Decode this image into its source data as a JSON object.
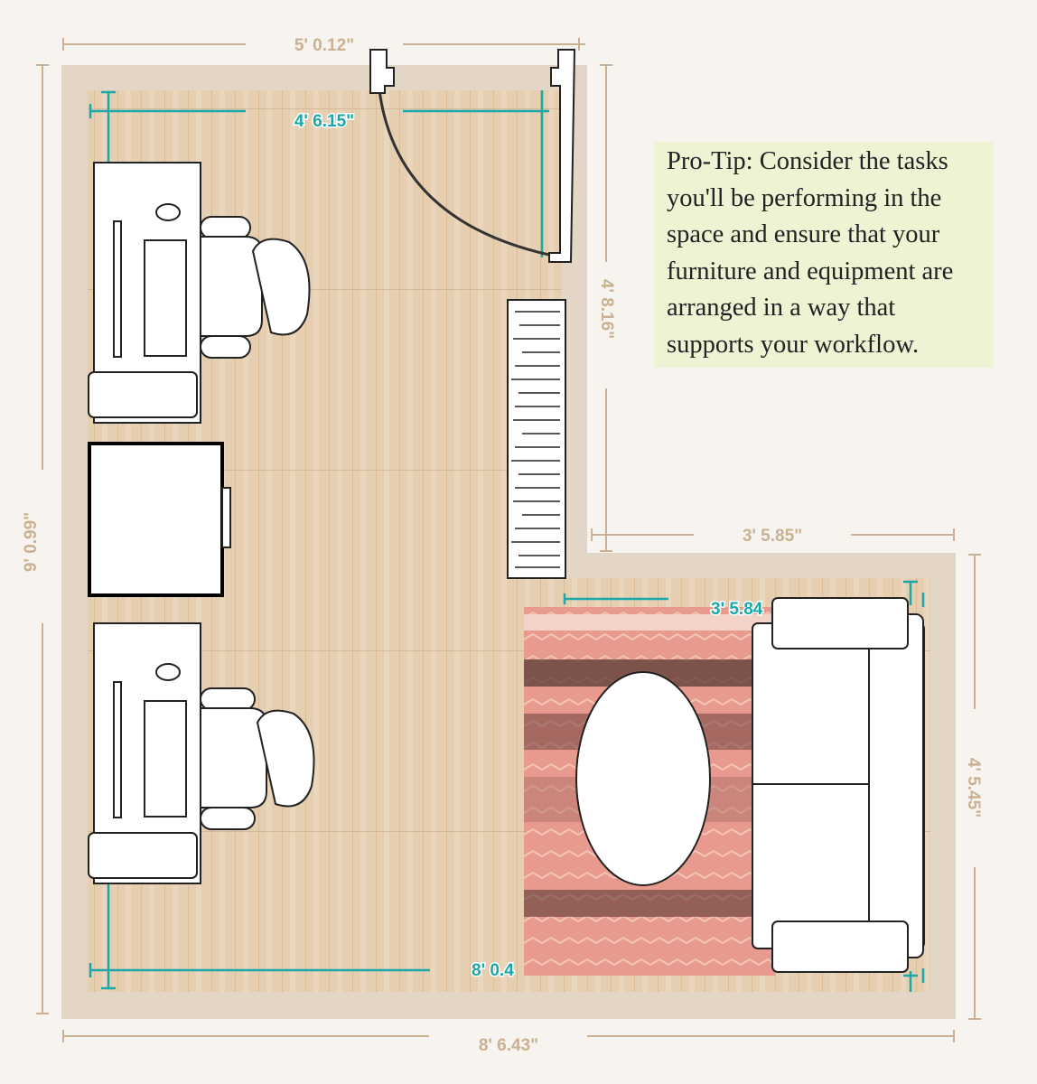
{
  "dimensions": {
    "top_wall": "5' 0.12\"",
    "left_wall": "9' 0.99\"",
    "bottom_wall": "8' 6.43\"",
    "right_upper_wall": "4' 8.16\"",
    "right_step": "3' 5.85\"",
    "right_lower_wall": "4' 5.45\"",
    "inner_top": "4' 6.15\"",
    "inner_bottom": "8' 0.4",
    "inner_rug": "3' 5.84"
  },
  "tip": {
    "text": "Pro-Tip: Consider the tasks you'll be performing in the space and ensure that your furniture and equipment are arranged in a way that supports your workflow."
  },
  "colors": {
    "wall": "#e3d6c6",
    "floor": "#e6ceb0",
    "dimension": "#c9b191",
    "measure_accent": "#1aa8a8",
    "tip_background": "#eef3d4",
    "rug": "#e89a8e"
  }
}
